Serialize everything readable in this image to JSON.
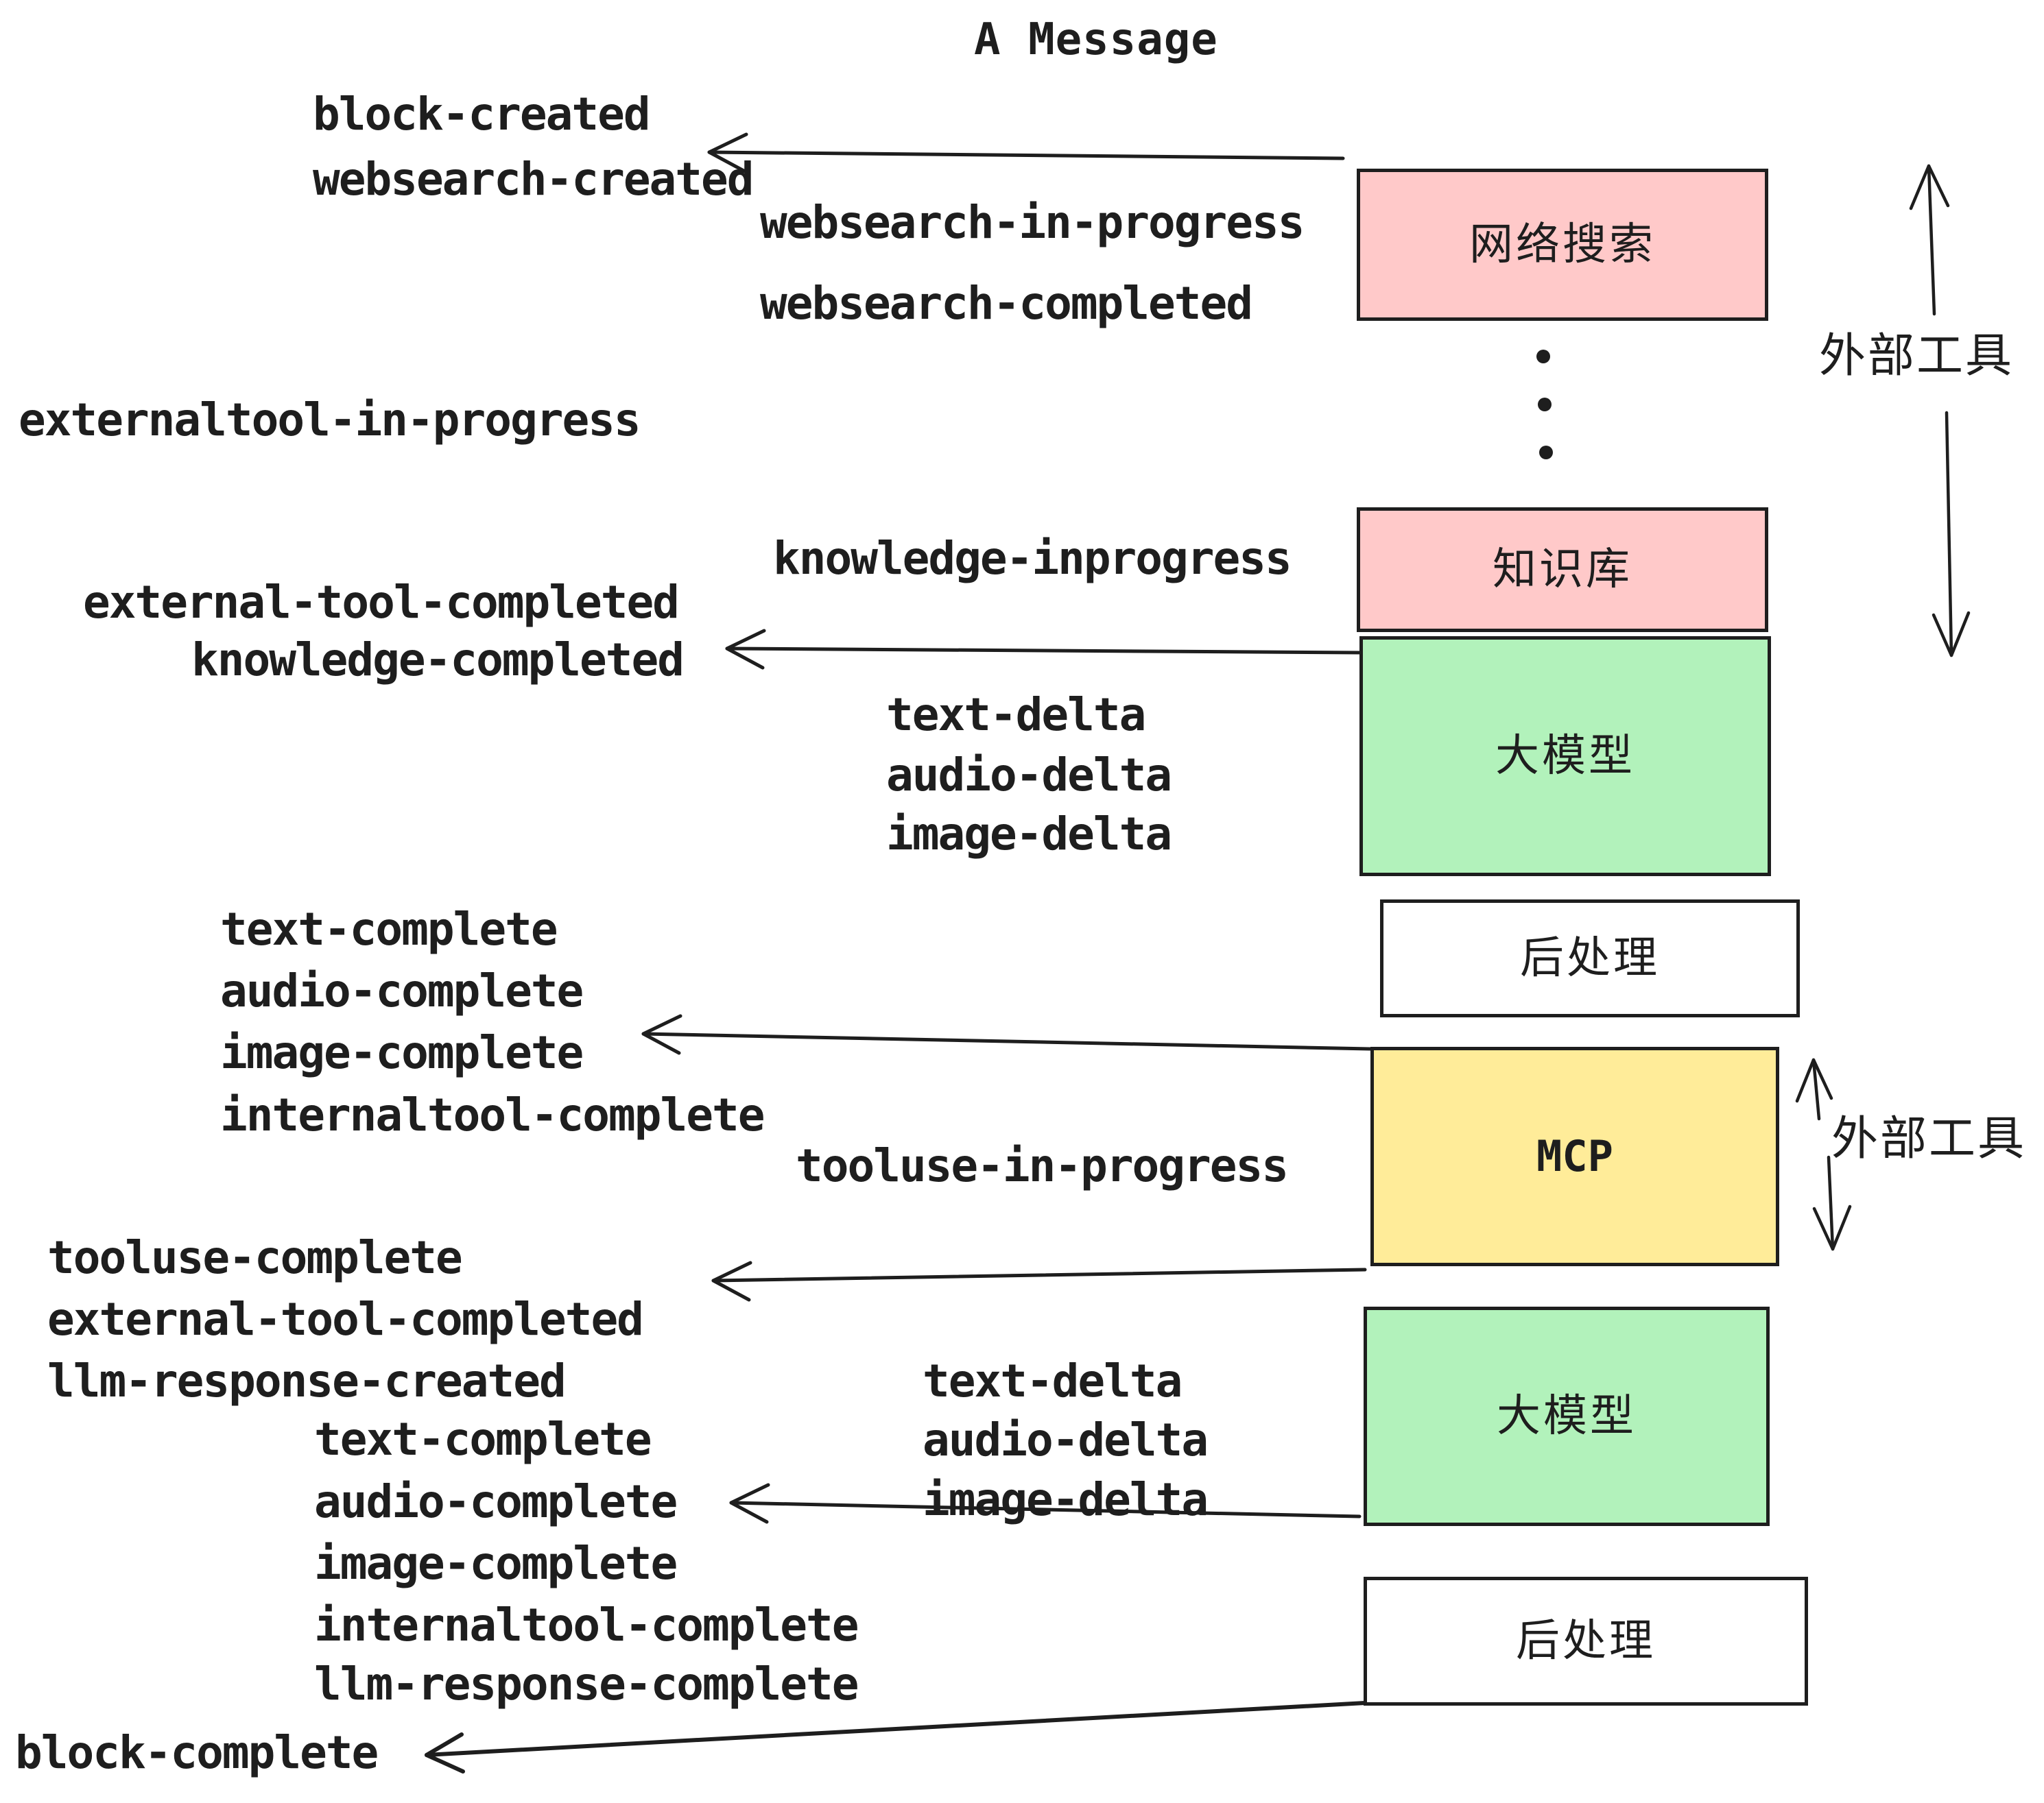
{
  "title": "A Message",
  "colors": {
    "pink": "#ffc9c9",
    "green": "#b2f2bb",
    "yellow": "#ffec99",
    "white": "#ffffff",
    "stroke": "#1e1e1e",
    "background": "#ffffff"
  },
  "boxes": [
    {
      "label": "网络搜索",
      "fill": "pink"
    },
    {
      "label": "知识库",
      "fill": "pink"
    },
    {
      "label": "大模型",
      "fill": "green"
    },
    {
      "label": "后处理",
      "fill": "white"
    },
    {
      "label": "MCP",
      "fill": "yellow"
    },
    {
      "label": "大模型",
      "fill": "green"
    },
    {
      "label": "后处理",
      "fill": "white"
    }
  ],
  "side_labels": [
    "外部工具",
    "外部工具"
  ],
  "events": [
    "block-created",
    "websearch-created",
    "websearch-in-progress",
    "websearch-completed",
    "externaltool-in-progress",
    "knowledge-inprogress",
    "external-tool-completed",
    "knowledge-completed",
    "text-delta",
    "audio-delta",
    "image-delta",
    "text-complete",
    "audio-complete",
    "image-complete",
    "internaltool-complete",
    "tooluse-in-progress",
    "tooluse-complete",
    "external-tool-completed",
    "llm-response-created",
    "text-complete",
    "audio-complete",
    "image-complete",
    "internaltool-complete",
    "llm-response-complete",
    "block-complete"
  ]
}
